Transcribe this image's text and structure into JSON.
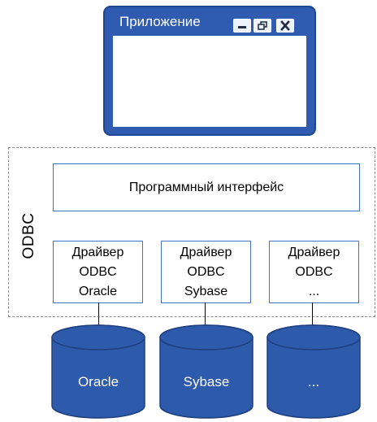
{
  "application": {
    "title": "Приложение",
    "controls": [
      "minimize-icon",
      "restore-icon",
      "close-icon"
    ]
  },
  "odbc": {
    "group_label": "ODBC",
    "api_label": "Программный интерфейс",
    "drivers": [
      {
        "line1": "Драйвер",
        "line2": "ODBC",
        "line3": "Oracle"
      },
      {
        "line1": "Драйвер",
        "line2": "ODBC",
        "line3": "Sybase"
      },
      {
        "line1": "Драйвер",
        "line2": "ODBC",
        "line3": "..."
      }
    ]
  },
  "databases": [
    {
      "label": "Oracle"
    },
    {
      "label": "Sybase"
    },
    {
      "label": "..."
    }
  ],
  "colors": {
    "window_blue": "#2F5BB0",
    "box_border": "#4472C4",
    "db_fill": "#2E5AAC",
    "db_stroke": "#1E3F7F"
  }
}
